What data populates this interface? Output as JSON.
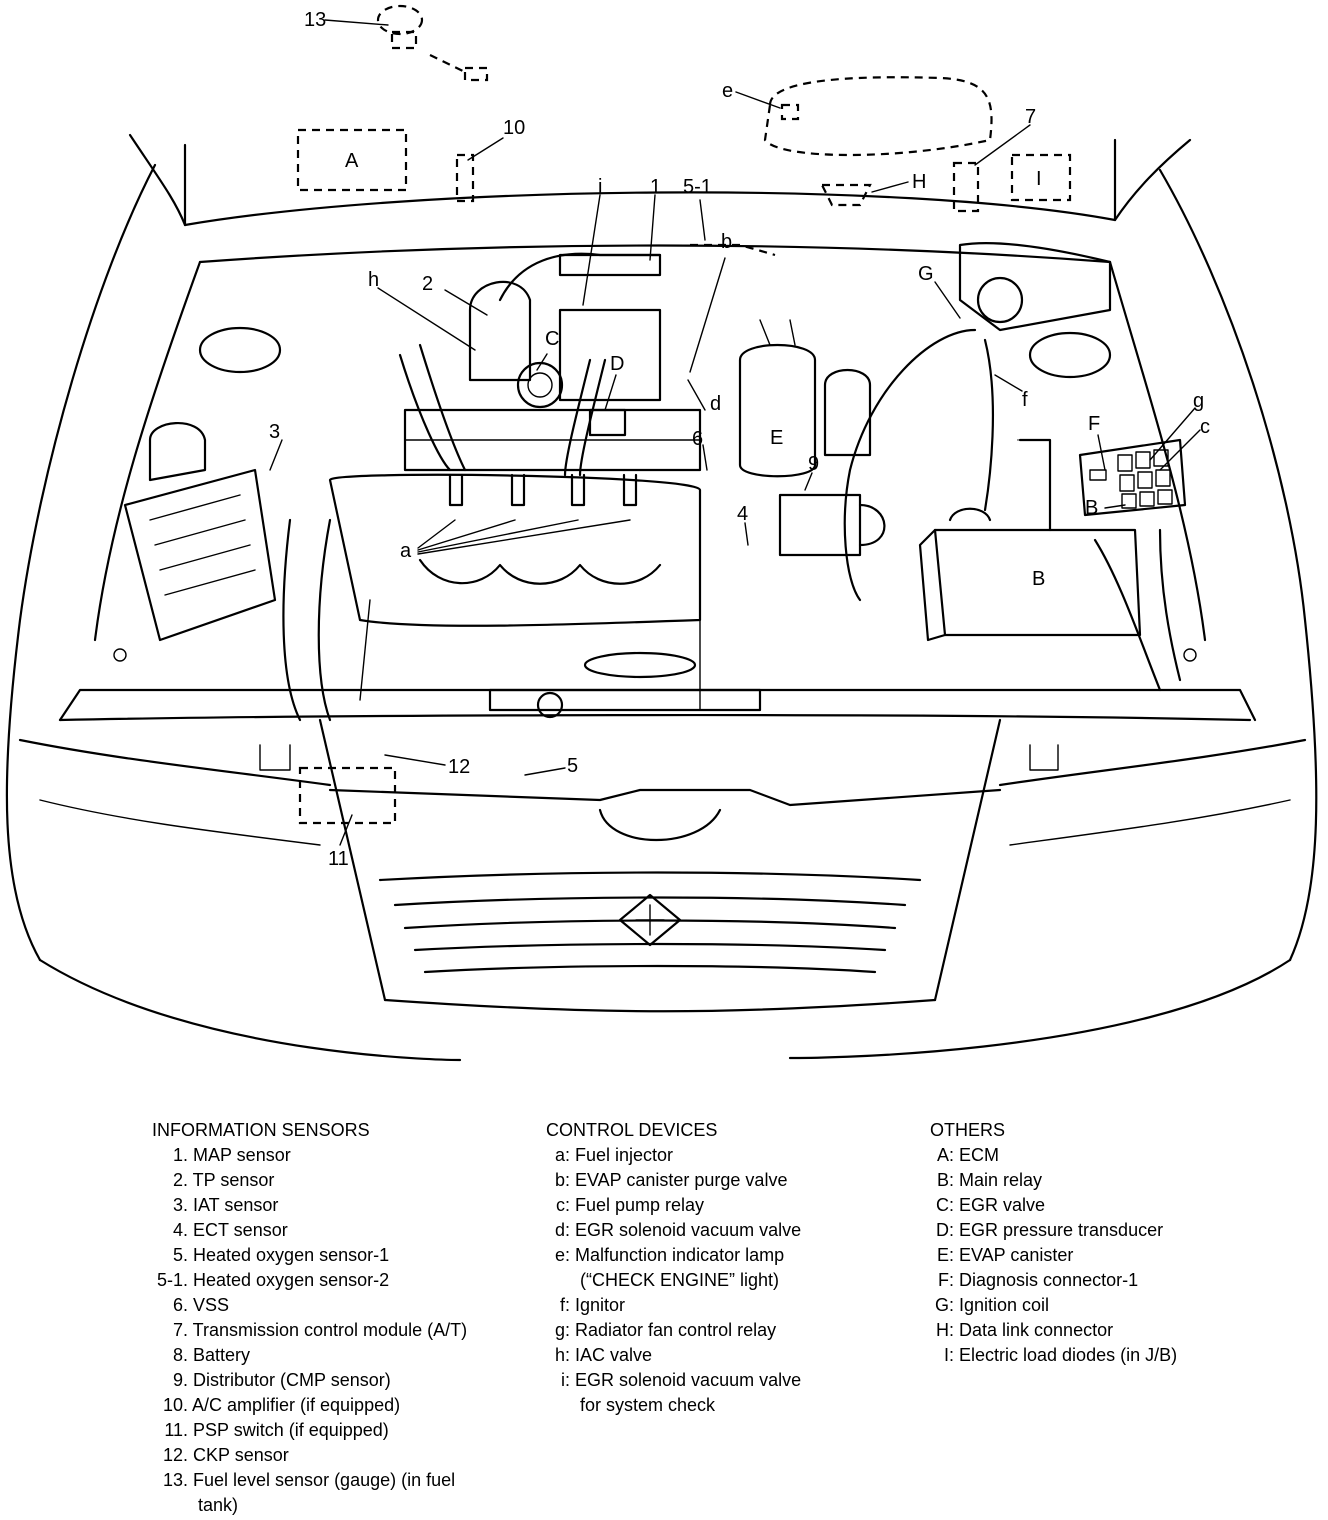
{
  "labels": {
    "n13": "13",
    "n10": "10",
    "n7": "7",
    "n1": "1",
    "n51": "5-1",
    "n2": "2",
    "n3": "3",
    "n6": "6",
    "n4": "4",
    "n9": "9",
    "n12": "12",
    "n5": "5",
    "n11": "11",
    "A": "A",
    "B": "B",
    "C": "C",
    "D": "D",
    "E": "E",
    "F": "F",
    "G": "G",
    "H": "H",
    "I": "I",
    "a": "a",
    "b": "b",
    "c": "c",
    "d": "d",
    "e": "e",
    "f": "f",
    "g": "g",
    "h": "h",
    "i": "i",
    "B_side": "B"
  },
  "legend": {
    "info": {
      "title": "INFORMATION SENSORS",
      "items": [
        {
          "key": "1.",
          "text": "MAP sensor"
        },
        {
          "key": "2.",
          "text": "TP sensor"
        },
        {
          "key": "3.",
          "text": "IAT sensor"
        },
        {
          "key": "4.",
          "text": "ECT sensor"
        },
        {
          "key": "5.",
          "text": "Heated oxygen sensor-1"
        },
        {
          "key": "5-1.",
          "text": "Heated oxygen sensor-2"
        },
        {
          "key": "6.",
          "text": "VSS"
        },
        {
          "key": "7.",
          "text": "Transmission control module (A/T)"
        },
        {
          "key": "8.",
          "text": "Battery"
        },
        {
          "key": "9.",
          "text": "Distributor (CMP sensor)"
        },
        {
          "key": "10.",
          "text": "A/C amplifier (if equipped)"
        },
        {
          "key": "11.",
          "text": "PSP switch (if equipped)"
        },
        {
          "key": "12.",
          "text": "CKP sensor"
        },
        {
          "key": "13.",
          "text": "Fuel level sensor (gauge) (in fuel",
          "cont": "tank)"
        }
      ]
    },
    "control": {
      "title": "CONTROL DEVICES",
      "items": [
        {
          "key": "a:",
          "text": "Fuel injector"
        },
        {
          "key": "b:",
          "text": "EVAP canister purge valve"
        },
        {
          "key": "c:",
          "text": "Fuel pump relay"
        },
        {
          "key": "d:",
          "text": "EGR solenoid vacuum valve"
        },
        {
          "key": "e:",
          "text": "Malfunction indicator lamp",
          "cont": "(“CHECK ENGINE” light)"
        },
        {
          "key": "f:",
          "text": "Ignitor"
        },
        {
          "key": "g:",
          "text": "Radiator fan control relay"
        },
        {
          "key": "h:",
          "text": "IAC valve"
        },
        {
          "key": "i:",
          "text": "EGR solenoid vacuum valve",
          "cont": "for system check"
        }
      ]
    },
    "others": {
      "title": "OTHERS",
      "items": [
        {
          "key": "A:",
          "text": "ECM"
        },
        {
          "key": "B:",
          "text": "Main relay"
        },
        {
          "key": "C:",
          "text": "EGR valve"
        },
        {
          "key": "D:",
          "text": "EGR pressure transducer"
        },
        {
          "key": "E:",
          "text": "EVAP canister"
        },
        {
          "key": "F:",
          "text": "Diagnosis connector-1"
        },
        {
          "key": "G:",
          "text": "Ignition coil"
        },
        {
          "key": "H:",
          "text": "Data link connector"
        },
        {
          "key": "I:",
          "text": "Electric load diodes (in J/B)"
        }
      ]
    }
  }
}
